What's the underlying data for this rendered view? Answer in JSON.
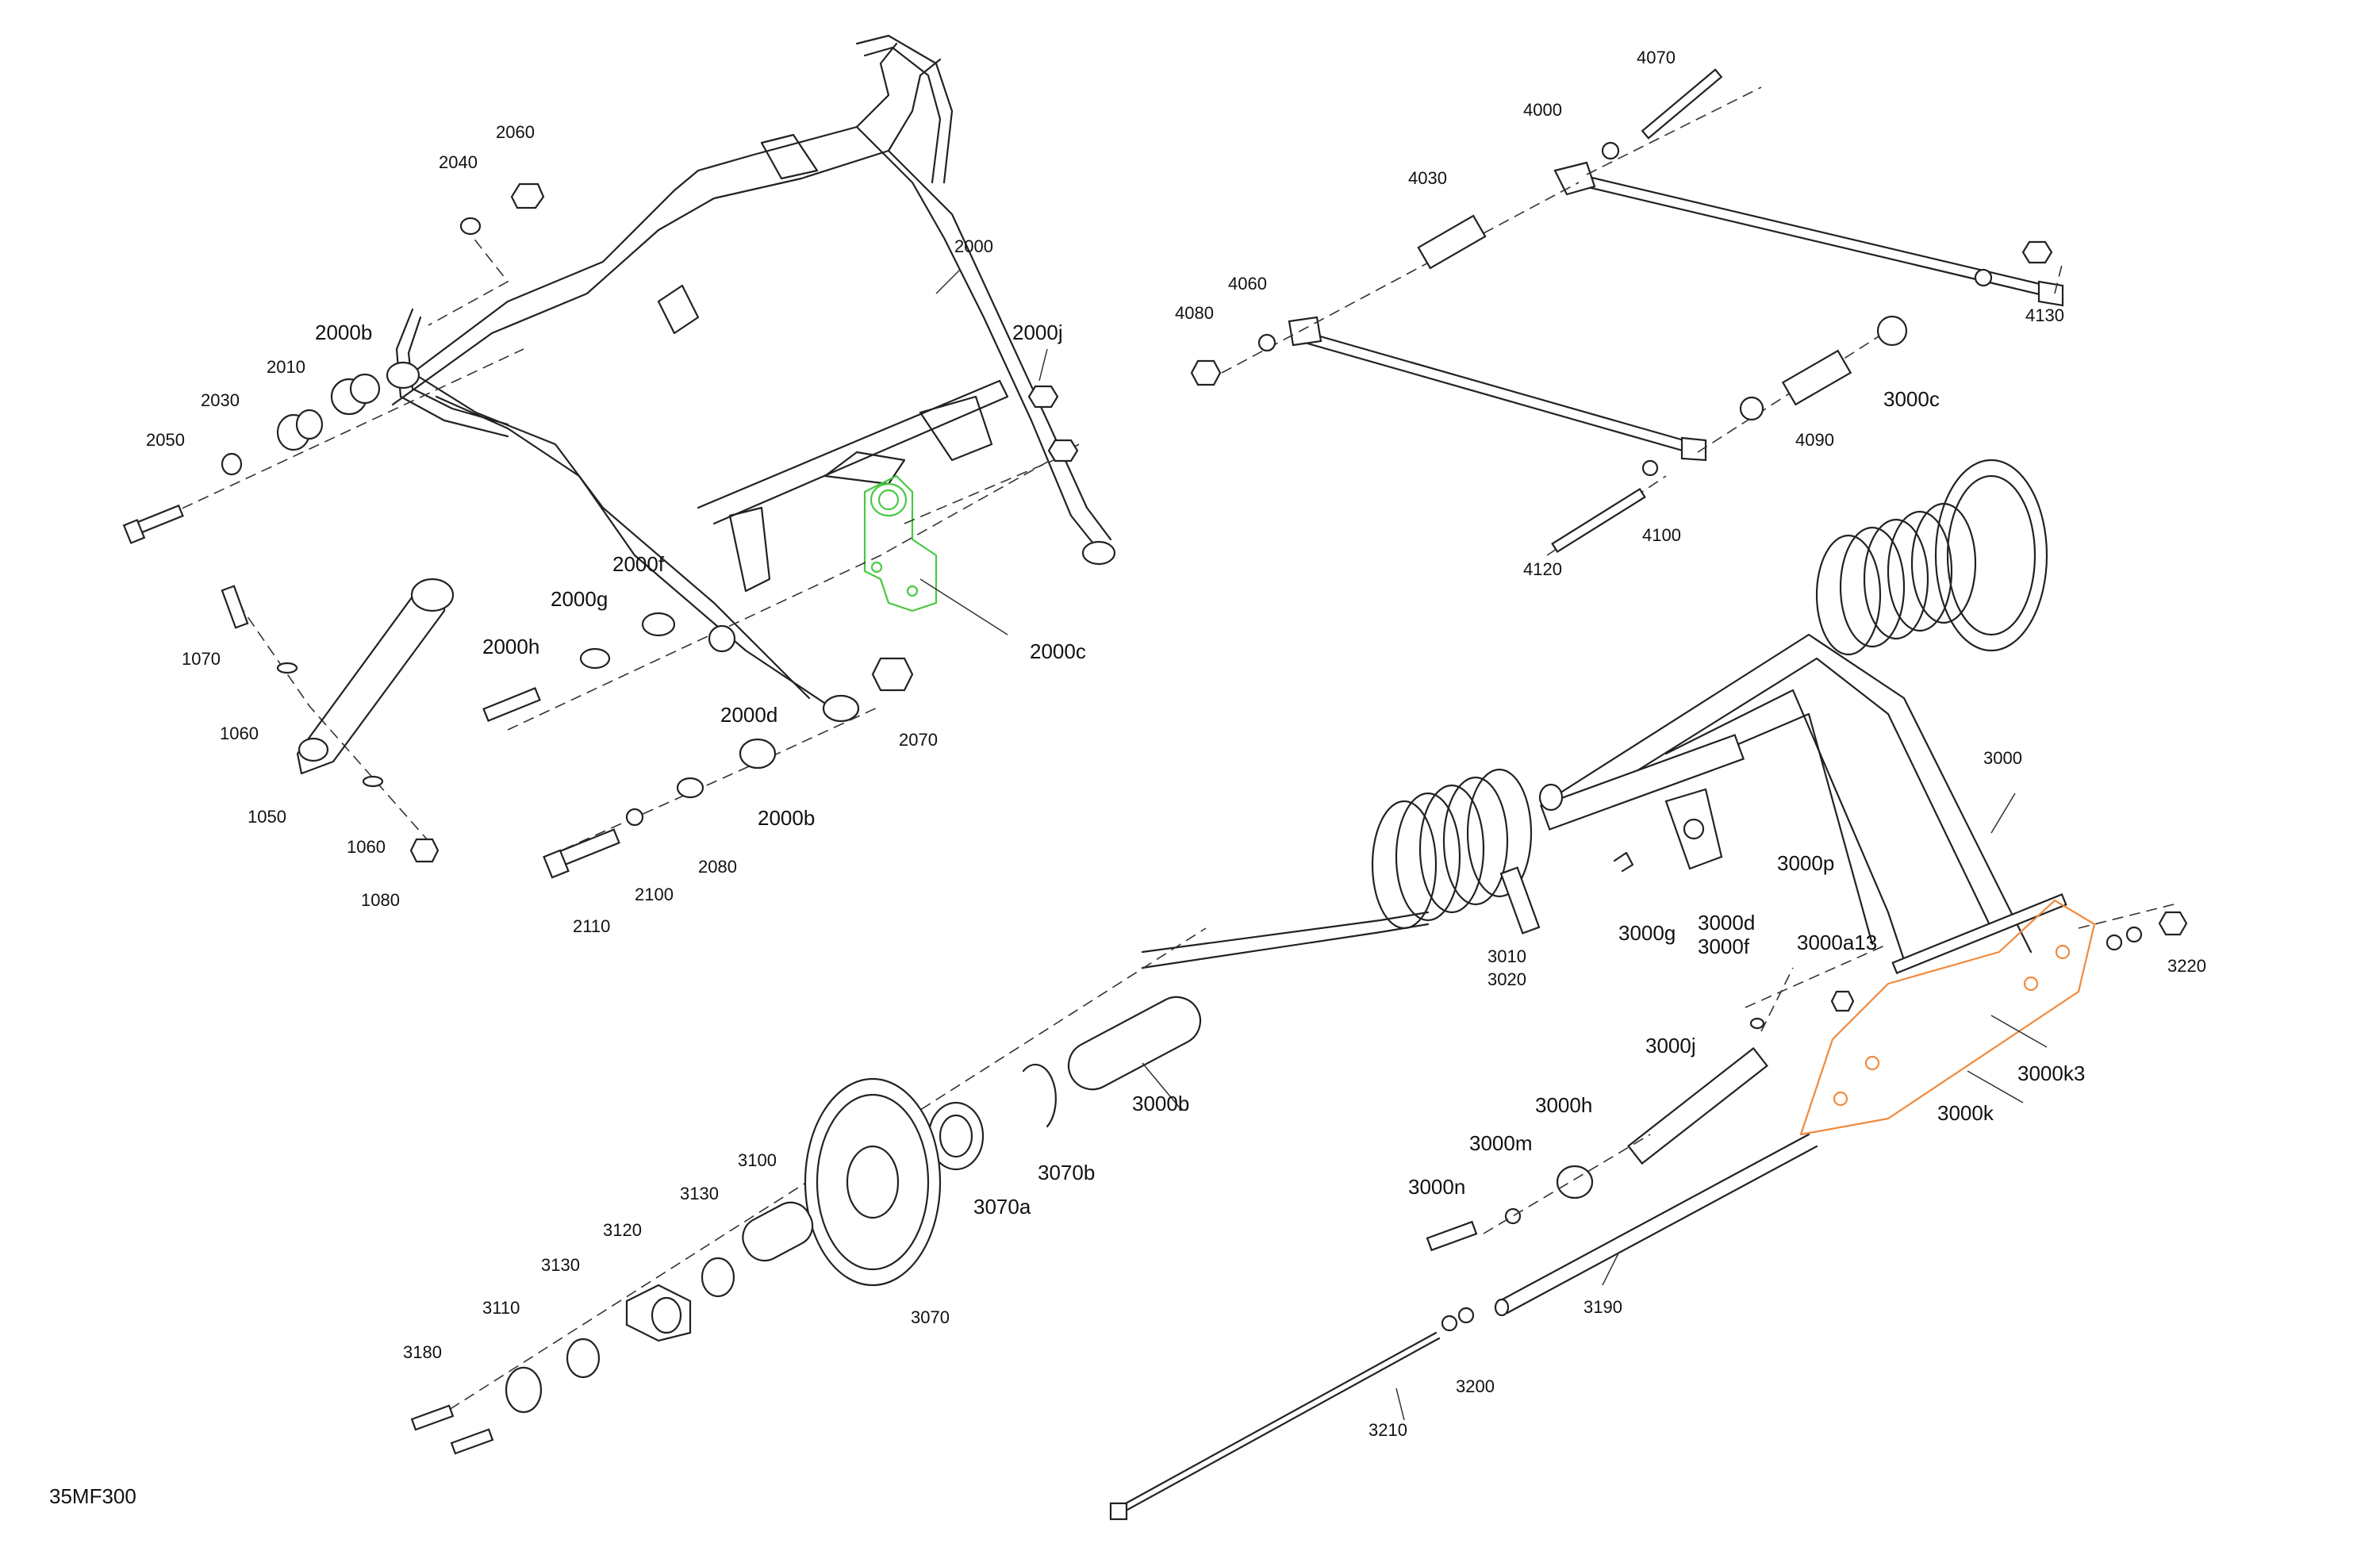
{
  "drawing_code": "35MF300",
  "colors": {
    "highlight_green": "#49c843",
    "highlight_orange": "#f08a3c",
    "line": "#222222"
  },
  "labels": {
    "l2000": "2000",
    "l2000b_top": "2000b",
    "l2000j": "2000j",
    "l2010": "2010",
    "l2030": "2030",
    "l2040": "2040",
    "l2050": "2050",
    "l2060": "2060",
    "l2000f": "2000f",
    "l2000g": "2000g",
    "l2000h": "2000h",
    "l2000c": "2000c",
    "l2000d": "2000d",
    "l2070": "2070",
    "l2000b_bot": "2000b",
    "l2080": "2080",
    "l2100": "2100",
    "l2110": "2110",
    "l1070": "1070",
    "l1060_top": "1060",
    "l1050": "1050",
    "l1060_bot": "1060",
    "l1080": "1080",
    "l4070": "4070",
    "l4000": "4000",
    "l4030": "4030",
    "l4060": "4060",
    "l4080": "4080",
    "l4130": "4130",
    "l3000c": "3000c",
    "l4090": "4090",
    "l4100": "4100",
    "l4120": "4120",
    "l3000": "3000",
    "l3010": "3010",
    "l3020": "3020",
    "l3000g": "3000g",
    "l3000d": "3000d",
    "l3000f": "3000f",
    "l3000p": "3000p",
    "l3000a13": "3000a13",
    "l3220": "3220",
    "l3000k3": "3000k3",
    "l3000k": "3000k",
    "l3000j": "3000j",
    "l3000h": "3000h",
    "l3000m": "3000m",
    "l3000n": "3000n",
    "l3190": "3190",
    "l3200": "3200",
    "l3210": "3210",
    "l3000b": "3000b",
    "l3070b": "3070b",
    "l3070a": "3070a",
    "l3070": "3070",
    "l3100": "3100",
    "l3130_top": "3130",
    "l3120": "3120",
    "l3130_bot": "3130",
    "l3110": "3110",
    "l3180": "3180"
  }
}
